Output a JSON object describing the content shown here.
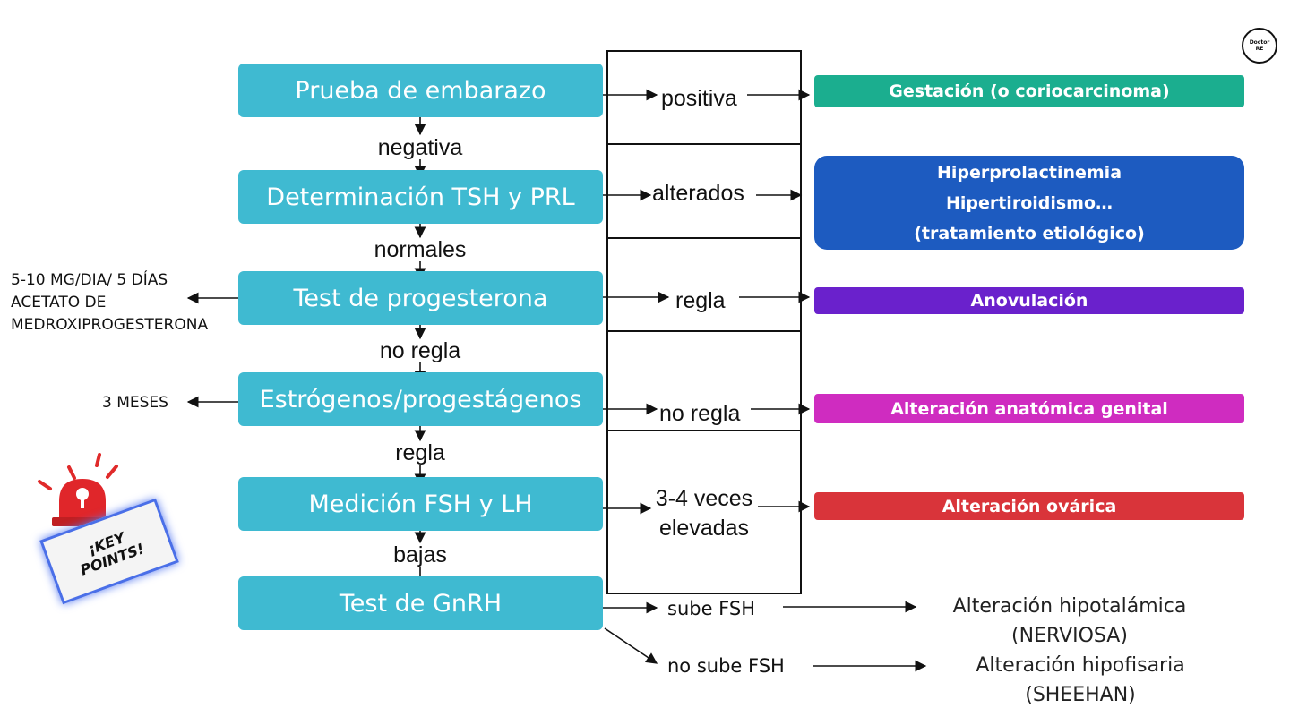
{
  "steps": [
    "Prueba de embarazo",
    "Determinación TSH y PRL",
    "Test de progesterona",
    "Estrógenos/progestágenos",
    "Medición FSH y LH",
    "Test de GnRH"
  ],
  "down_labels": [
    "negativa",
    "normales",
    "no regla",
    "regla",
    "bajas"
  ],
  "criteria": [
    "positiva",
    "alterados",
    "regla",
    "no regla",
    "3-4 veces elevadas"
  ],
  "results": [
    {
      "text": "Gestación (o coriocarcinoma)",
      "color": "#1bae8f"
    },
    {
      "lines": [
        "Hiperprolactinemia",
        "Hipertiroidismo…",
        "(tratamiento etiológico)"
      ],
      "color": "#1d5bc0"
    },
    {
      "text": "Anovulación",
      "color": "#6a21cc"
    },
    {
      "text": "Alteración anatómica genital",
      "color": "#cf2cc0"
    },
    {
      "text": "Alteración ovárica",
      "color": "#d9343a"
    }
  ],
  "side_notes": {
    "progesterona": [
      "5-10 MG/DIA/ 5 DÍAS",
      "ACETATO DE",
      "MEDROXIPROGESTERONA"
    ],
    "estrogenos": "3 MESES"
  },
  "gnrh": {
    "sube_label": "sube FSH",
    "no_sube_label": "no sube FSH",
    "sube_result": [
      "Alteración hipotalámica",
      "(NERVIOSA)"
    ],
    "no_sube_result": [
      "Alteración hipofisaria",
      "(SHEEHAN)"
    ]
  },
  "key_points": [
    "¡KEY",
    "POINTS!"
  ],
  "logo": [
    "Doctor",
    "RE"
  ],
  "colors": {
    "step": "#3fbad1"
  }
}
